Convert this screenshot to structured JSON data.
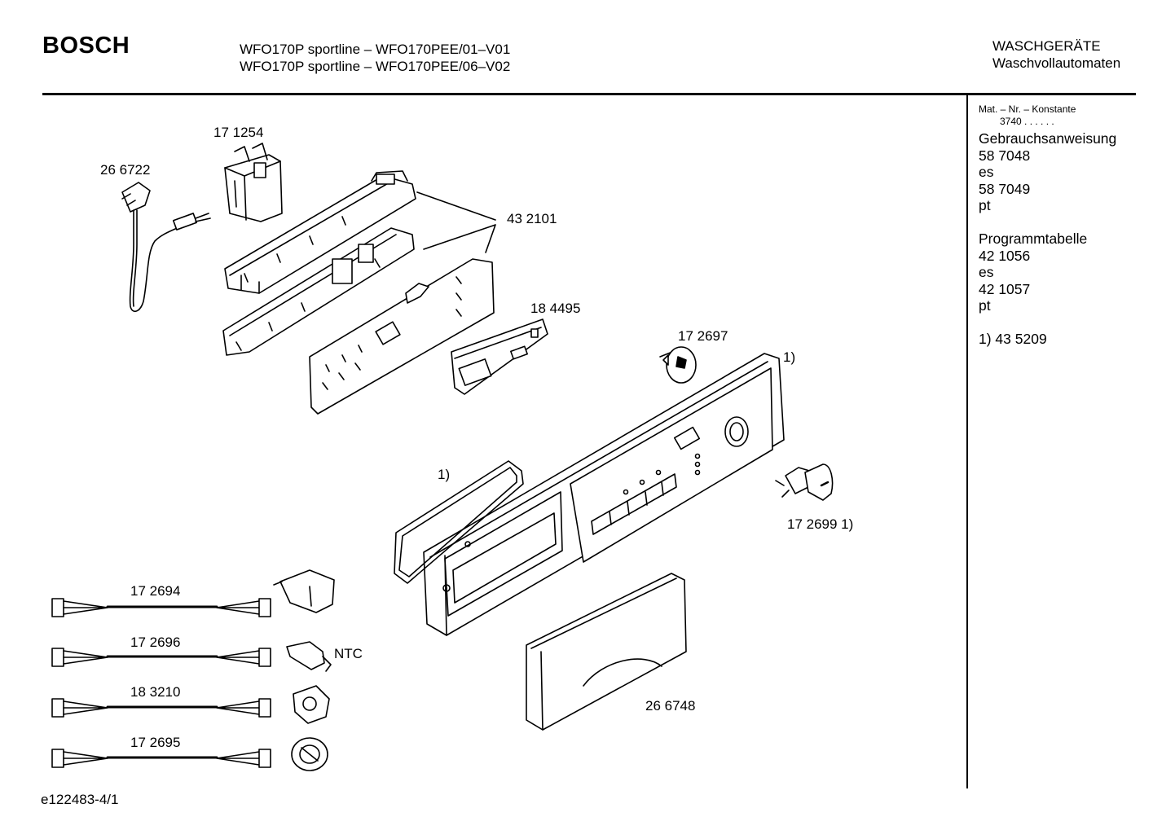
{
  "header": {
    "brand": "BOSCH",
    "model_line_1": "WFO170P sportline – WFO170PEE/01–V01",
    "model_line_2": "WFO170P sportline – WFO170PEE/06–V02",
    "category_line_1": "WASCHGERÄTE",
    "category_line_2": "Waschvollautomaten"
  },
  "sidebar": {
    "mat_label": "Mat. – Nr. – Konstante",
    "mat_value": "3740  .  .  .  .  .  .",
    "manual_title": "Gebrauchsanweisung",
    "manual_number_1": "58 7048",
    "manual_lang_1": "es",
    "manual_number_2": "58 7049",
    "manual_lang_2": "pt",
    "program_title": "Programmtabelle",
    "program_number_1": "42 1056",
    "program_lang_1": "es",
    "program_number_2": "42 1057",
    "program_lang_2": "pt",
    "footnote": "1)  43 5209"
  },
  "parts": {
    "interference_filter": "17 1254",
    "mains_cable": "26 6722",
    "control_module": "43 2101",
    "display_board": "18 4495",
    "selector_shaft": "17 2697",
    "panel_note": "1)",
    "seal_note": "1)",
    "knob": "17 2699 1)",
    "drawer_handle": "26 6748",
    "harness_1": "17 2694",
    "harness_2": "17 2696",
    "harness_3": "18 3210",
    "harness_4": "17 2695",
    "ntc_label": "NTC"
  },
  "footer": {
    "doc_id": "e122483-4/1"
  }
}
